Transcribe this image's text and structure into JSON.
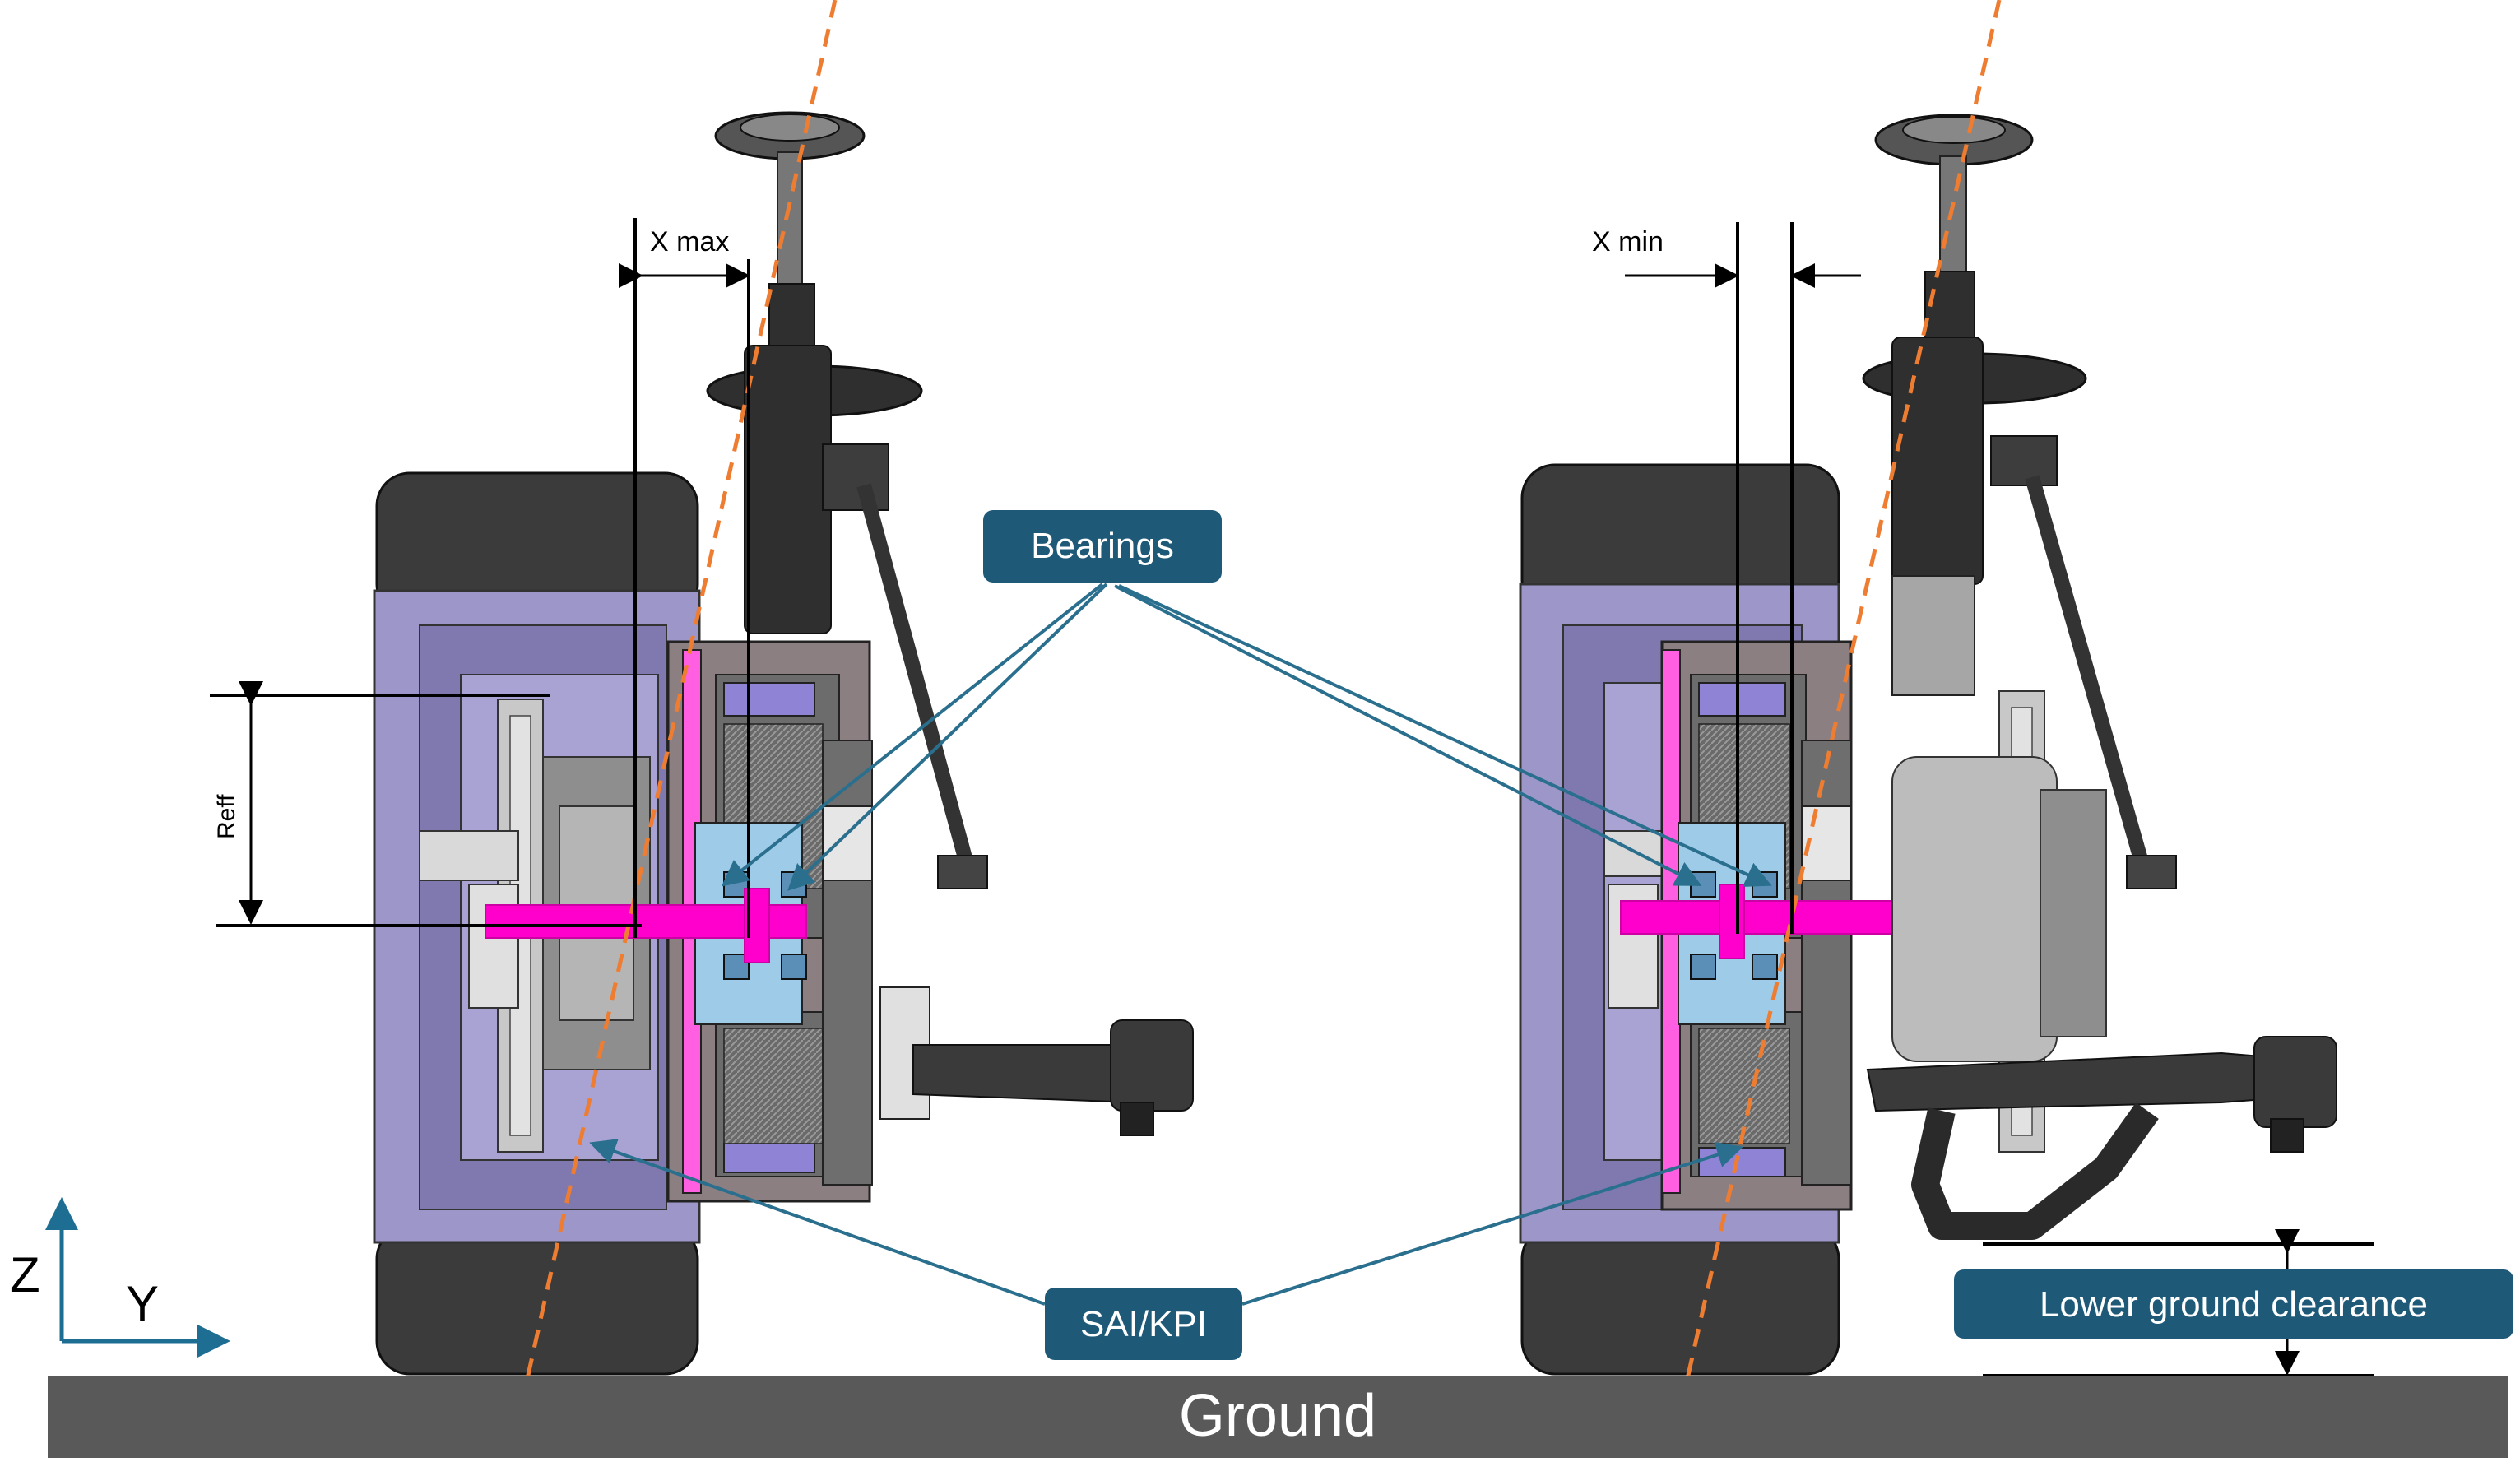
{
  "labels": {
    "bearings": "Bearings",
    "sai_kpi": "SAI/KPI",
    "lower_ground_clearance": "Lower ground clearance",
    "ground": "Ground",
    "x_max": "X max",
    "x_min": "X min",
    "reff": "Reff",
    "axis_z": "Z",
    "axis_y": "Y"
  },
  "colors": {
    "callout_fill": "#1e5a78",
    "callout_text": "#ffffff",
    "ground_fill": "#595959",
    "kingpin_axis": "#ee7d31",
    "shaft": "#ff00cc",
    "rim": "#9d97c9",
    "tire": "#3b3b3b",
    "strut": "#2f2f2f",
    "leader": "#2a6f8d"
  }
}
